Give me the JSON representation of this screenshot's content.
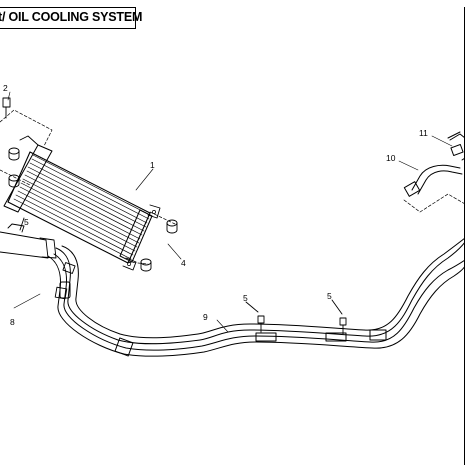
{
  "title": "/ OIL COOLING SYSTEM",
  "title_prefix": "t",
  "callouts": {
    "c1": "1",
    "c2": "2",
    "c4": "4",
    "c5a": "5",
    "c5b": "5",
    "c5c": "5",
    "c8": "8",
    "c9": "9",
    "c10": "10",
    "c11": "11"
  }
}
